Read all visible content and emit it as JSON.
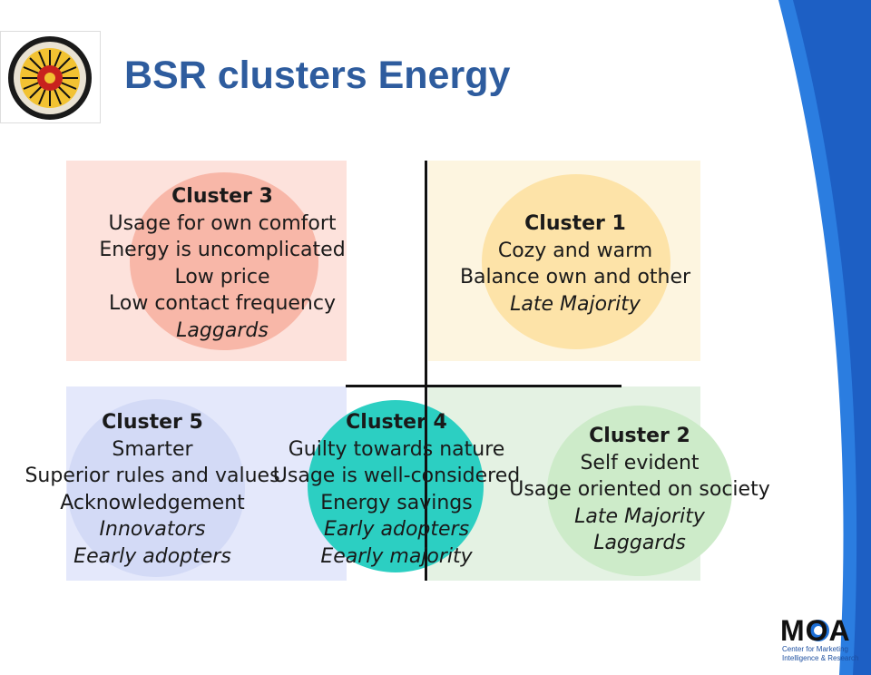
{
  "title": "BSR clusters Energy",
  "colors": {
    "title": "#2e5c9e",
    "cluster3_bg": "#fde2dc",
    "cluster3_blob": "#f8b7a8",
    "cluster1_bg": "#fdf5e0",
    "cluster1_blob": "#fde3a8",
    "cluster5_bg": "#e4e8fb",
    "cluster5_blob": "#d3daf6",
    "cluster4_blob": "#2ccfc2",
    "cluster2_bg": "#e4f2e3",
    "cluster2_blob": "#cdebc9",
    "accent_blue": "#1d6fd6"
  },
  "logos": {
    "university_seal": "Universiteit Utrecht seal",
    "moa": {
      "text": "MOA",
      "subtitle_line1": "Center for Marketing",
      "subtitle_line2": "Intelligence & Research"
    }
  },
  "clusters": {
    "cluster3": {
      "title": "Cluster 3",
      "lines": [
        "Usage for own comfort",
        "Energy is uncomplicated",
        "Low price",
        "Low contact frequency"
      ],
      "segment": "Laggards"
    },
    "cluster1": {
      "title": "Cluster 1",
      "lines": [
        "Cozy and warm",
        "Balance own and other"
      ],
      "segment": "Late Majority"
    },
    "cluster5": {
      "title": "Cluster 5",
      "lines": [
        "Smarter",
        "Superior rules and values",
        "Acknowledgement"
      ],
      "segments": [
        "Innovators",
        "Eearly adopters"
      ]
    },
    "cluster4": {
      "title": "Cluster 4",
      "lines": [
        "Guilty towards nature",
        "Usage is well-considered",
        "Energy savings"
      ],
      "segments": [
        "Early adopters",
        "Eearly majority"
      ]
    },
    "cluster2": {
      "title": "Cluster 2",
      "lines": [
        "Self evident",
        "Usage oriented on society"
      ],
      "segments": [
        "Late Majority",
        "Laggards"
      ]
    }
  }
}
